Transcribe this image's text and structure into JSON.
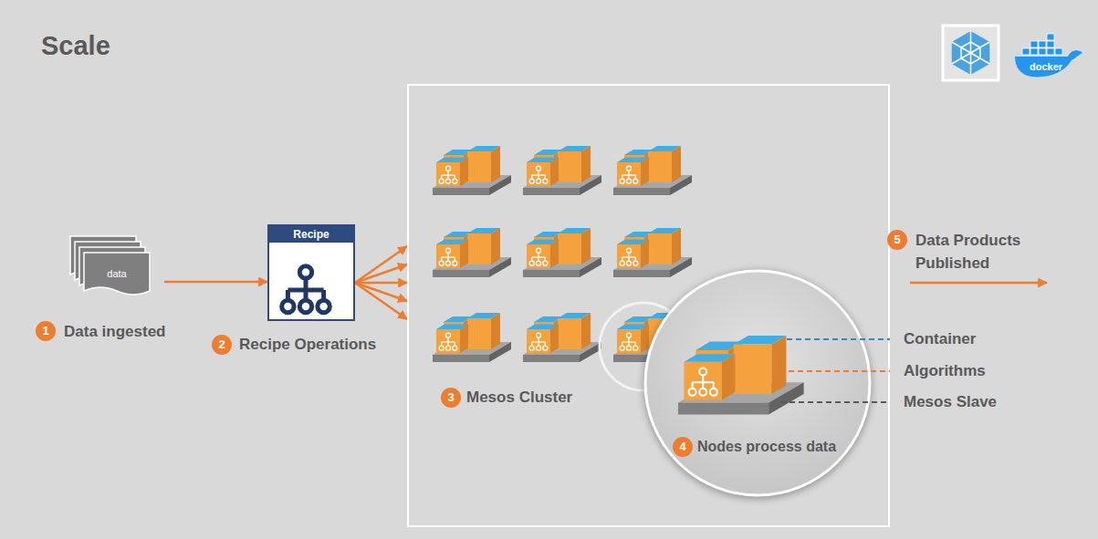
{
  "diagram": {
    "title": "Scale",
    "nodes": [
      {
        "text": [
          "data"
        ]
      },
      {
        "text": [
          "Recipe"
        ]
      },
      {
        "text": [
          "Mesos Cluster"
        ]
      },
      {
        "text": [
          "Nodes process data"
        ],
        "in": 2
      }
    ],
    "edges": [
      {
        "from": 0,
        "to": 1,
        "arrow": "to"
      },
      {
        "from": 1,
        "to": 2,
        "arrow": "to"
      },
      {
        "from": 1,
        "to": 2,
        "arrow": "to"
      },
      {
        "from": 1,
        "to": 2,
        "arrow": "to"
      },
      {
        "from": 1,
        "to": 2,
        "arrow": "to"
      },
      {
        "from": 1,
        "to": 2,
        "arrow": "to"
      }
    ],
    "labels": [
      "docker",
      "1",
      "Data ingested",
      "2",
      "Recipe Operations",
      "3",
      "4",
      "Container",
      "Algorithms",
      "Mesos Slave",
      "5",
      "Data Products Published"
    ]
  }
}
